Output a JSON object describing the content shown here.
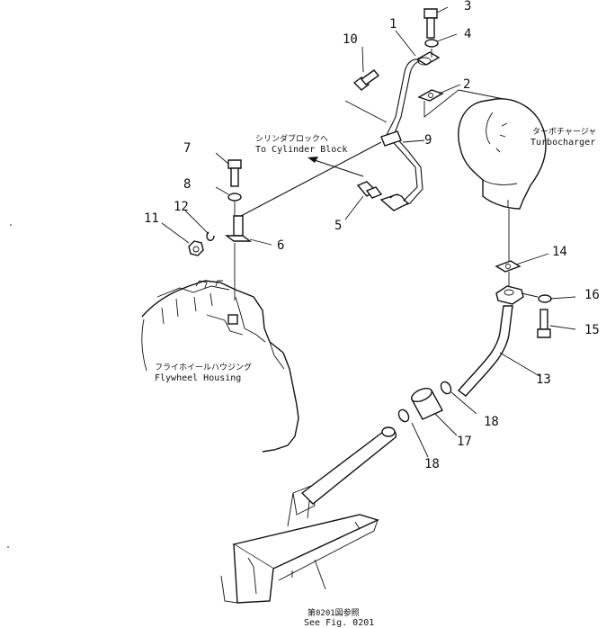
{
  "callouts": {
    "n1": "1",
    "n2": "2",
    "n3": "3",
    "n4": "4",
    "n5": "5",
    "n6": "6",
    "n7": "7",
    "n8": "8",
    "n9": "9",
    "n10": "10",
    "n11": "11",
    "n12": "12",
    "n13": "13",
    "n14": "14",
    "n15": "15",
    "n16": "16",
    "n17": "17",
    "n18a": "18",
    "n18b": "18"
  },
  "labels": {
    "cylinder_jp": "シリンダブロックへ",
    "cylinder_en": "To Cylinder Block",
    "turbo_jp": "ターボチャージャ",
    "turbo_en": "Turbocharger",
    "flywheel_jp": "フライホイールハウジング",
    "flywheel_en": "Flywheel Housing",
    "see_fig_jp": "第0201図参照",
    "see_fig_en": "See Fig. 0201"
  }
}
